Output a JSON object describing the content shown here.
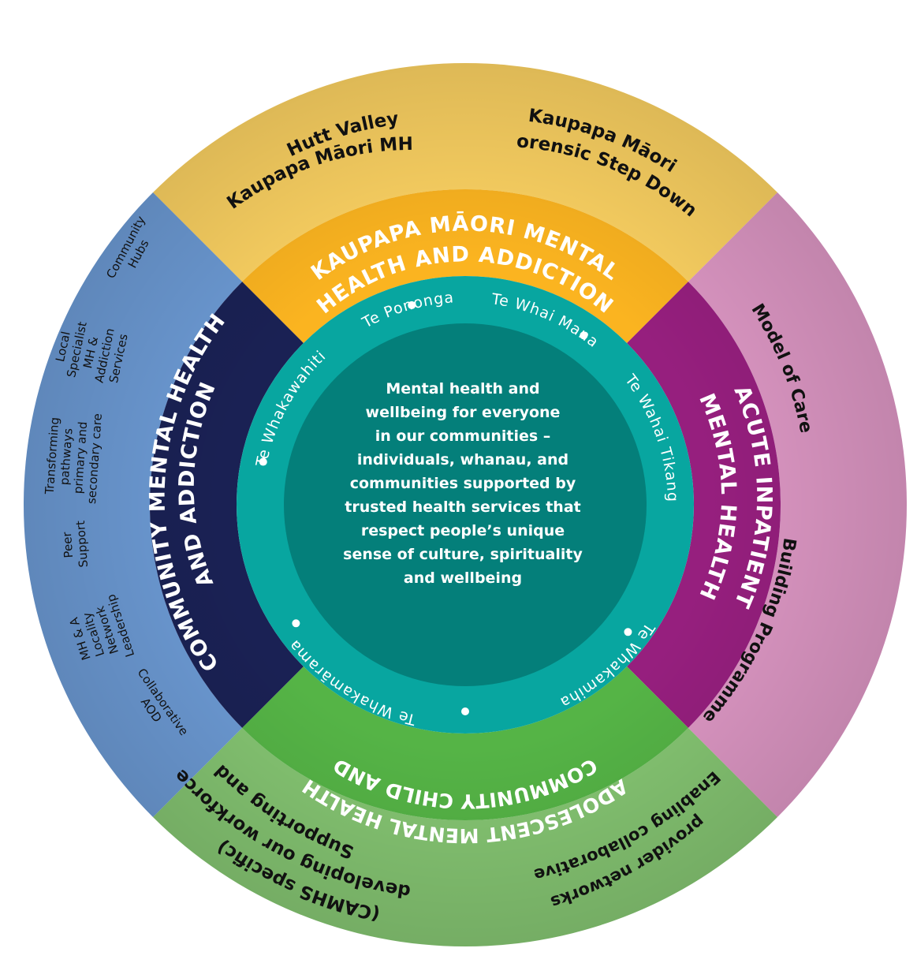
{
  "outer_ring": {
    "kaupapa_left": [
      "Hutt Valley",
      "Kaupapa Māori MHS"
    ],
    "kaupapa_right": [
      "Kaupapa Māori",
      "Forensic Step Down"
    ],
    "acute_top": "Model of Care",
    "acute_bottom": "Building Programme",
    "child_left": [
      "Supporting and",
      "developing our workforce",
      "(CAMHS specific)"
    ],
    "child_right": [
      "Enabling collaborative",
      "provider networks"
    ],
    "community_items": [
      [
        "Community",
        "Hubs"
      ],
      [
        "Local",
        "Specialist",
        "MH &",
        "Addiction",
        "Services"
      ],
      [
        "Transforming",
        "pathways",
        "primary and",
        "secondary care"
      ],
      [
        "Peer",
        "Support"
      ],
      [
        "MH & A",
        "Locality",
        "Network",
        "Leadership"
      ],
      [
        "Collaborative",
        "AOD"
      ]
    ]
  },
  "middle_ring": {
    "kaupapa": [
      "KAUPAPA MĀORI MENTAL",
      "HEALTH AND ADDICTION"
    ],
    "acute": [
      "ACUTE INPATIENT",
      "MENTAL HEALTH"
    ],
    "child": [
      "COMMUNITY CHILD AND",
      "ADOLESCENT MENTAL HEALTH"
    ],
    "community": [
      "COMMUNITY MENTAL HEALTH",
      "AND ADDICTION"
    ]
  },
  "inner_ring": {
    "values": [
      "Te Pononga",
      "Te Whai Mana",
      "Te Wahai Tikanga",
      "Te Whakamiha",
      "Te Whakamārama",
      "Te Whakawahiti"
    ]
  },
  "center": {
    "lines": [
      "Mental health and",
      "wellbeing for everyone",
      "in our communities –",
      "individuals, whanau, and",
      "communities supported by",
      "trusted health services that",
      "respect people’s unique",
      "sense of culture, spirituality",
      "and wellbeing"
    ]
  },
  "colors": {
    "kaupapa_outer": "#FCD262",
    "kaupapa_mid": "#FBB420",
    "acute_outer": "#DD97C4",
    "acute_mid": "#961F7E",
    "child_outer": "#85C572",
    "child_mid": "#55B446",
    "community_outer": "#6C9AD4",
    "community_mid": "#1A2154",
    "inner_ring": "#08A6A0",
    "center": "#047F7A"
  }
}
